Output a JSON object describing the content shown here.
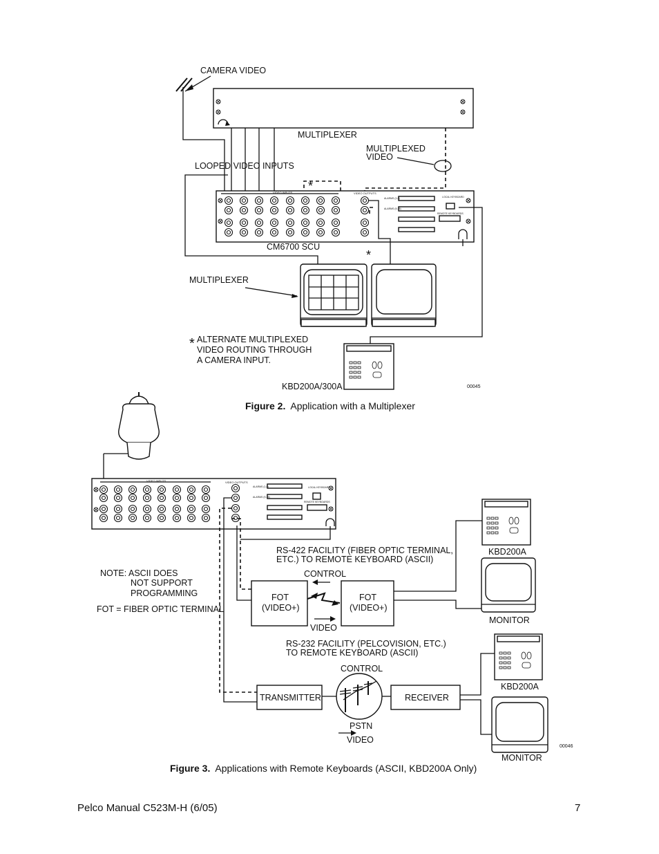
{
  "figure2": {
    "labels": {
      "camera_video": "CAMERA VIDEO",
      "multiplexer_top": "MULTIPLEXER",
      "multiplexed_video_1": "MULTIPLEXED",
      "multiplexed_video_2": "VIDEO",
      "looped_video_inputs": "LOOPED VIDEO INPUTS",
      "scu": "CM6700 SCU",
      "multiplexer_monitor": "MULTIPLEXER",
      "asterisk": "*",
      "alternate_1": "ALTERNATE MULTIPLEXED",
      "alternate_2": "VIDEO ROUTING THROUGH",
      "alternate_3": "A CAMERA INPUT.",
      "keyboard": "KBD200A/300A",
      "code": "00045",
      "panel_video_inputs": "VIDEO INPUTS",
      "panel_video_outputs": "VIDEO OUTPUTS",
      "panel_alarms_1": "ALARMS (1-8)",
      "panel_alarms_2": "ALARMS (9-16)",
      "panel_local_keyboard": "LOCAL KEYBOARD",
      "panel_remote_keyboard": "REMOTE KEYBOARDS"
    },
    "caption_bold": "Figure 2.",
    "caption_text": "Application with a Multiplexer"
  },
  "figure3": {
    "labels": {
      "rs422_1": "RS-422 FACILITY (FIBER OPTIC TERMINAL,",
      "rs422_2": "ETC.) TO REMOTE KEYBOARD (ASCII)",
      "control_1": "CONTROL",
      "fot_left_1": "FOT",
      "fot_left_2": "(VIDEO+)",
      "fot_right_1": "FOT",
      "fot_right_2": "(VIDEO+)",
      "video_1": "VIDEO",
      "note_1": "NOTE:  ASCII DOES",
      "note_2": "NOT SUPPORT",
      "note_3": "PROGRAMMING",
      "fot_def": "FOT = FIBER OPTIC TERMINAL",
      "kbd_1": "KBD200A",
      "monitor_1": "MONITOR",
      "rs232_1": "RS-232 FACILITY (PELCOVISION, ETC.)",
      "rs232_2": "TO REMOTE KEYBOARD (ASCII)",
      "control_2": "CONTROL",
      "transmitter": "TRANSMITTER",
      "receiver": "RECEIVER",
      "pstn": "PSTN",
      "video_2": "VIDEO",
      "kbd_2": "KBD200A",
      "monitor_2": "MONITOR",
      "code": "00046"
    },
    "caption_bold": "Figure 3.",
    "caption_text": "Applications with Remote Keyboards (ASCII, KBD200A Only)"
  },
  "footer": {
    "manual": "Pelco Manual C523M-H (6/05)",
    "page_number": "7"
  }
}
